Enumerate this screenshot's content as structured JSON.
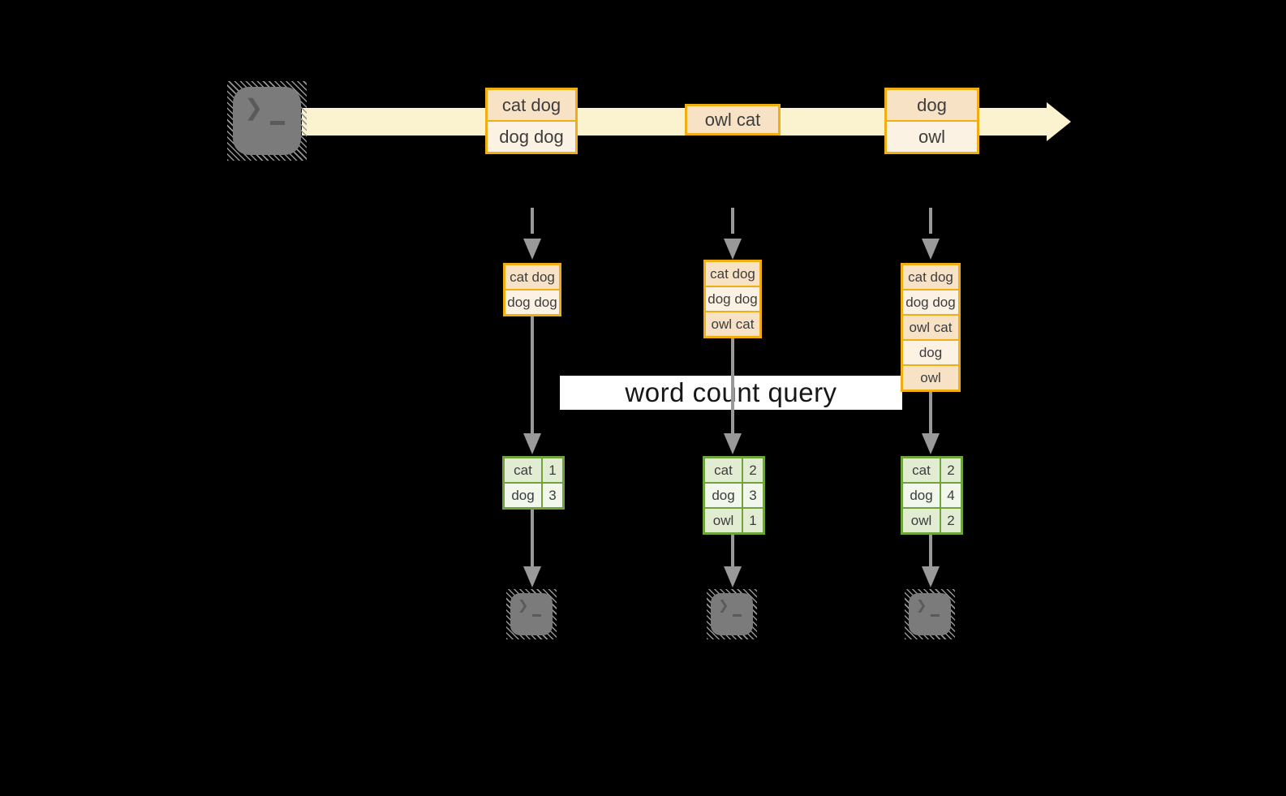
{
  "label": {
    "text": "word count query"
  },
  "icons": {
    "terminal": "terminal-icon",
    "prompt_char": "❯"
  },
  "stream": {
    "batches": [
      {
        "items": [
          "cat dog",
          "dog dog"
        ]
      },
      {
        "items": [
          "owl cat"
        ]
      },
      {
        "items": [
          "dog",
          "owl"
        ]
      }
    ]
  },
  "columns": [
    {
      "state": [
        "cat dog",
        "dog dog"
      ],
      "counts": [
        {
          "word": "cat",
          "count": 1
        },
        {
          "word": "dog",
          "count": 3
        }
      ]
    },
    {
      "state": [
        "cat dog",
        "dog dog",
        "owl cat"
      ],
      "counts": [
        {
          "word": "cat",
          "count": 2
        },
        {
          "word": "dog",
          "count": 3
        },
        {
          "word": "owl",
          "count": 1
        }
      ]
    },
    {
      "state": [
        "cat dog",
        "dog dog",
        "owl cat",
        "dog",
        "owl"
      ],
      "counts": [
        {
          "word": "cat",
          "count": 2
        },
        {
          "word": "dog",
          "count": 4
        },
        {
          "word": "owl",
          "count": 2
        }
      ]
    }
  ],
  "colors": {
    "background": "#000000",
    "stream_arrow": "#FBF2CF",
    "box_border": "#EFAF13",
    "box_fill_dark": "#F8E2C6",
    "box_fill_light": "#FCF2E4",
    "table_border": "#6FA33B",
    "table_fill_dark": "#E2ECD2",
    "table_fill_light": "#F2F7EB",
    "arrow_gray": "#999999",
    "terminal_fill": "#7B7B7B",
    "label_background": "#FFFFFF",
    "text": "#3D3D3D"
  }
}
